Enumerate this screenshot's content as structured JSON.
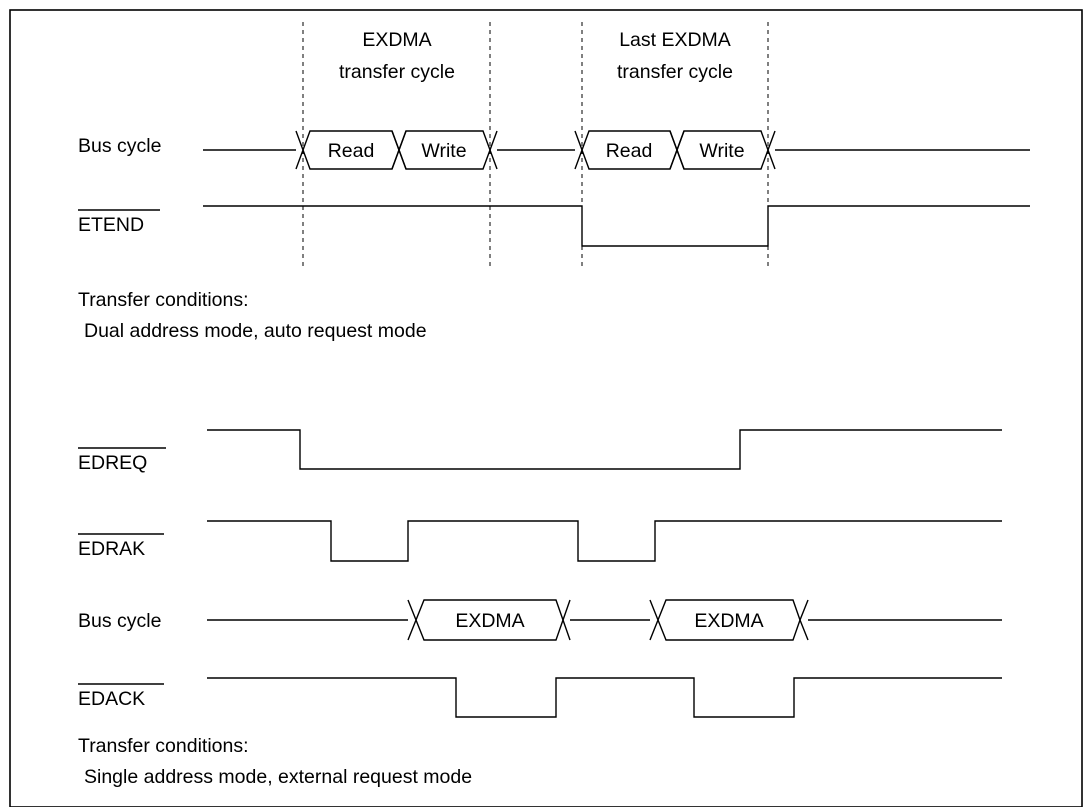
{
  "timing_diagram_1": {
    "header_1": [
      "EXDMA",
      "transfer cycle"
    ],
    "header_2": [
      "Last EXDMA",
      "transfer cycle"
    ],
    "signal_bus_cycle": "Bus cycle",
    "signal_etend": "ETEND",
    "bus_boxes": [
      "Read",
      "Write",
      "Read",
      "Write"
    ],
    "conditions_title": "Transfer conditions:",
    "conditions_text": "Dual address mode, auto request mode"
  },
  "timing_diagram_2": {
    "signal_edreq": "EDREQ",
    "signal_edrak": "EDRAK",
    "signal_bus_cycle": "Bus cycle",
    "signal_edack": "EDACK",
    "bus_boxes": [
      "EXDMA",
      "EXDMA"
    ],
    "conditions_title": "Transfer conditions:",
    "conditions_text": "Single address mode, external request mode"
  }
}
